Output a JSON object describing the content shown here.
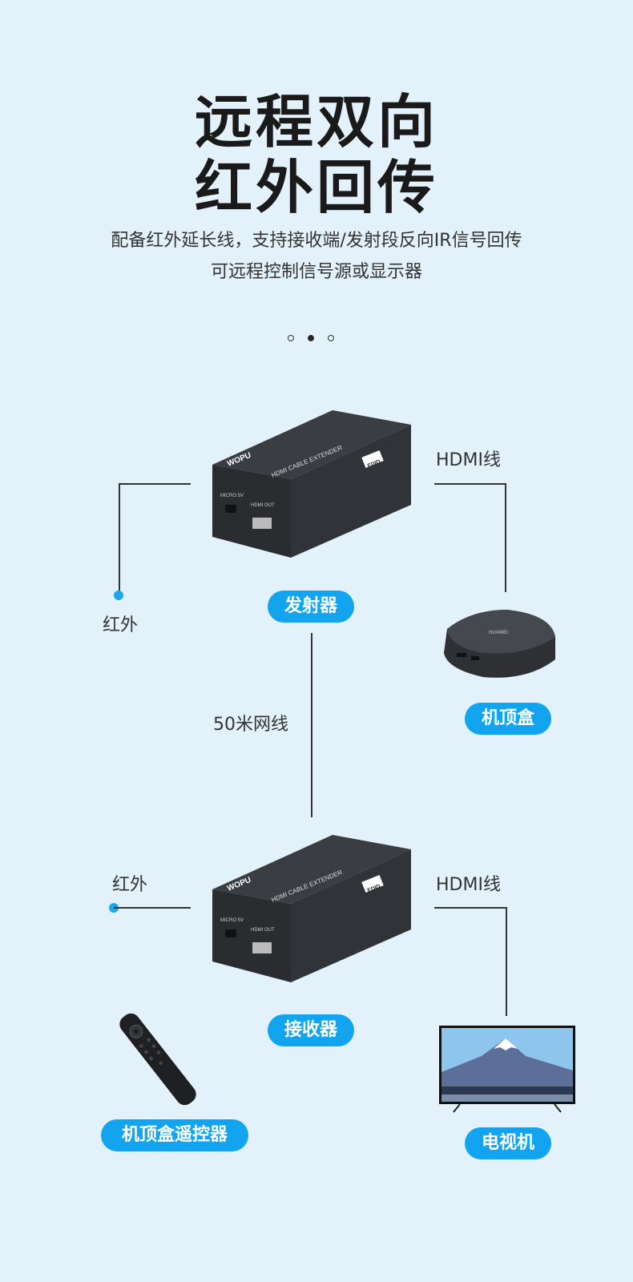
{
  "headline": {
    "line1": "远程双向",
    "line2": "红外回传"
  },
  "description": {
    "line1": "配备红外延长线，支持接收端/发射段反向IR信号回传",
    "line2": "可远程控制信号源或显示器"
  },
  "device": {
    "brand": "WOPU",
    "model": "HDMI CABLE EXTENDER",
    "badge": "EDID",
    "port1": "MICRO 5V",
    "port2": "HDMI OUT",
    "stb_logo": "HUAWEI"
  },
  "labels": {
    "ir_top": "红外",
    "hdmi_top": "HDMI线",
    "transmitter": "发射器",
    "settop_box": "机顶盒",
    "cable": "50米网线",
    "ir_bottom": "红外",
    "hdmi_bottom": "HDMI线",
    "receiver": "接收器",
    "remote": "机顶盒遥控器",
    "tv": "电视机"
  },
  "colors": {
    "accent": "#12a4ee",
    "background": "#e3f1fa"
  }
}
